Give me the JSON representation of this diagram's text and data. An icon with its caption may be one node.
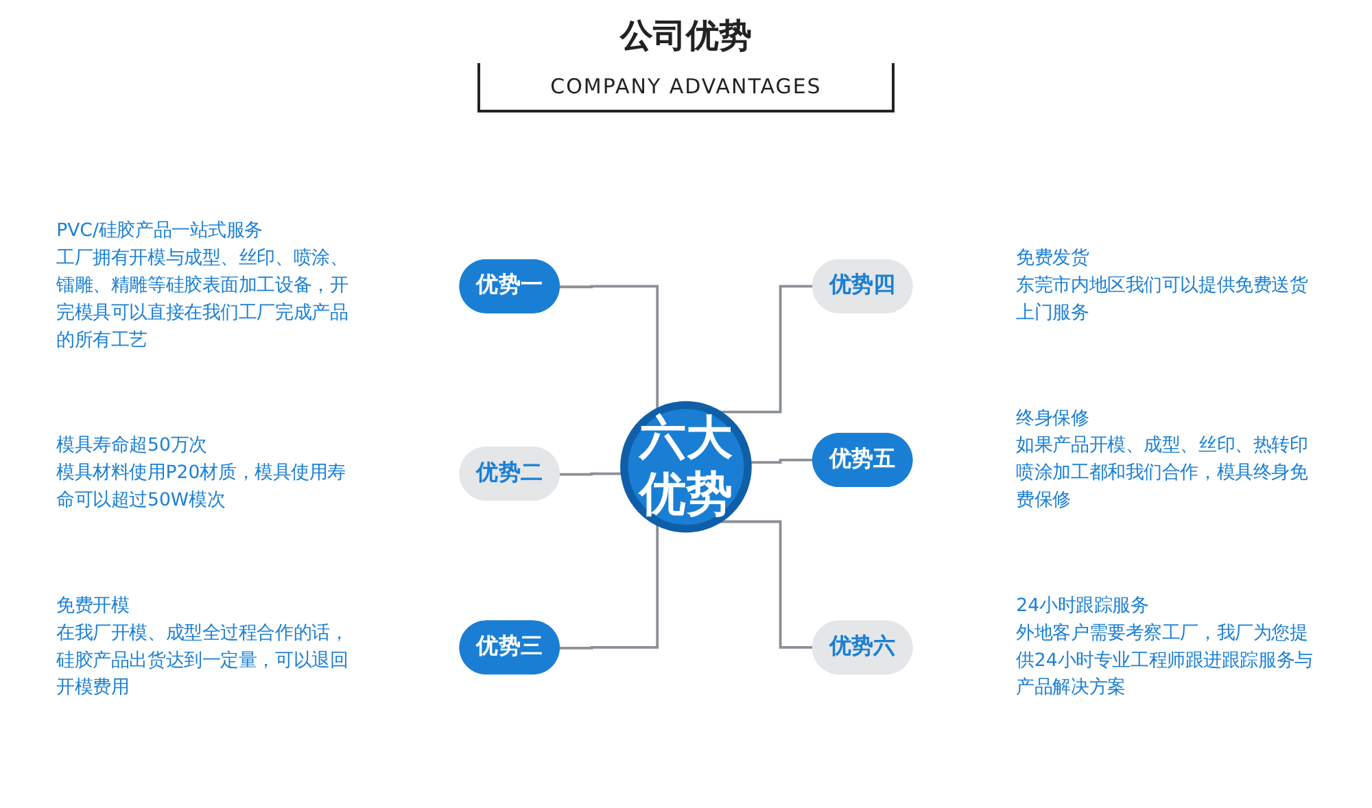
{
  "diagram": {
    "title": "公司优势",
    "nodes": [
      {
        "text": [
          "优势一"
        ],
        "beside": [
          "PVC/硅胶产品一站式服务",
          "工厂拥有开模与成型、丝印、喷涂、镭雕、精雕等硅胶表面加工设备，开完模具可以直接在我们工厂完成产品的所有工艺"
        ]
      },
      {
        "text": [
          "优势二"
        ],
        "beside": [
          "模具寿命超50万次",
          "模具材料使用P20材质，模具使用寿命可以超过50W模次"
        ]
      },
      {
        "text": [
          "优势三"
        ],
        "beside": [
          "免费开模",
          "在我厂开模、成型全过程合作的话，硅胶产品出货达到一定量，可以退回开模费用"
        ]
      },
      {
        "text": [
          "六大优势"
        ]
      },
      {
        "text": [
          "优势四"
        ],
        "beside": [
          "免费发货",
          "东莞市内地区我们可以提供免费送货上门服务"
        ]
      },
      {
        "text": [
          "优势五"
        ],
        "beside": [
          "终身保修",
          "如果产品开模、成型、丝印、热转印喷涂加工都和我们合作，模具终身免费保修"
        ]
      },
      {
        "text": [
          "优势六"
        ],
        "beside": [
          "24小时跟踪服务",
          "外地客户需要考察工厂，我厂为您提供24小时专业工程师跟进跟踪服务与产品解决方案"
        ]
      }
    ],
    "edges": [
      {
        "from": 0,
        "to": 3,
        "arrow": "none"
      },
      {
        "from": 1,
        "to": 3,
        "arrow": "none"
      },
      {
        "from": 2,
        "to": 3,
        "arrow": "none"
      },
      {
        "from": 3,
        "to": 4,
        "arrow": "none"
      },
      {
        "from": 3,
        "to": 5,
        "arrow": "none"
      },
      {
        "from": 3,
        "to": 6,
        "arrow": "none"
      }
    ],
    "labels": [
      "COMPANY ADVANTAGES"
    ]
  }
}
